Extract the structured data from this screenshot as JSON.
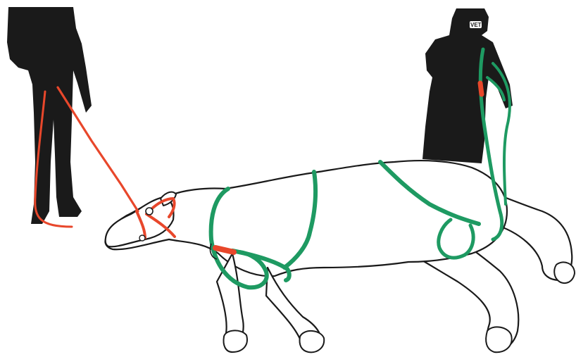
{
  "figure": {
    "vet_cap_text": "VET"
  },
  "colors": {
    "silhouette": "#1a1a1a",
    "outline": "#1a1a1a",
    "lead_rope": "#e8472b",
    "harness": "#1e9a62",
    "background": "#ffffff"
  },
  "figures_shown": [
    "person-holding-lead-rope",
    "vet-holding-leg-strap",
    "downed-horse-with-rescue-harness"
  ]
}
